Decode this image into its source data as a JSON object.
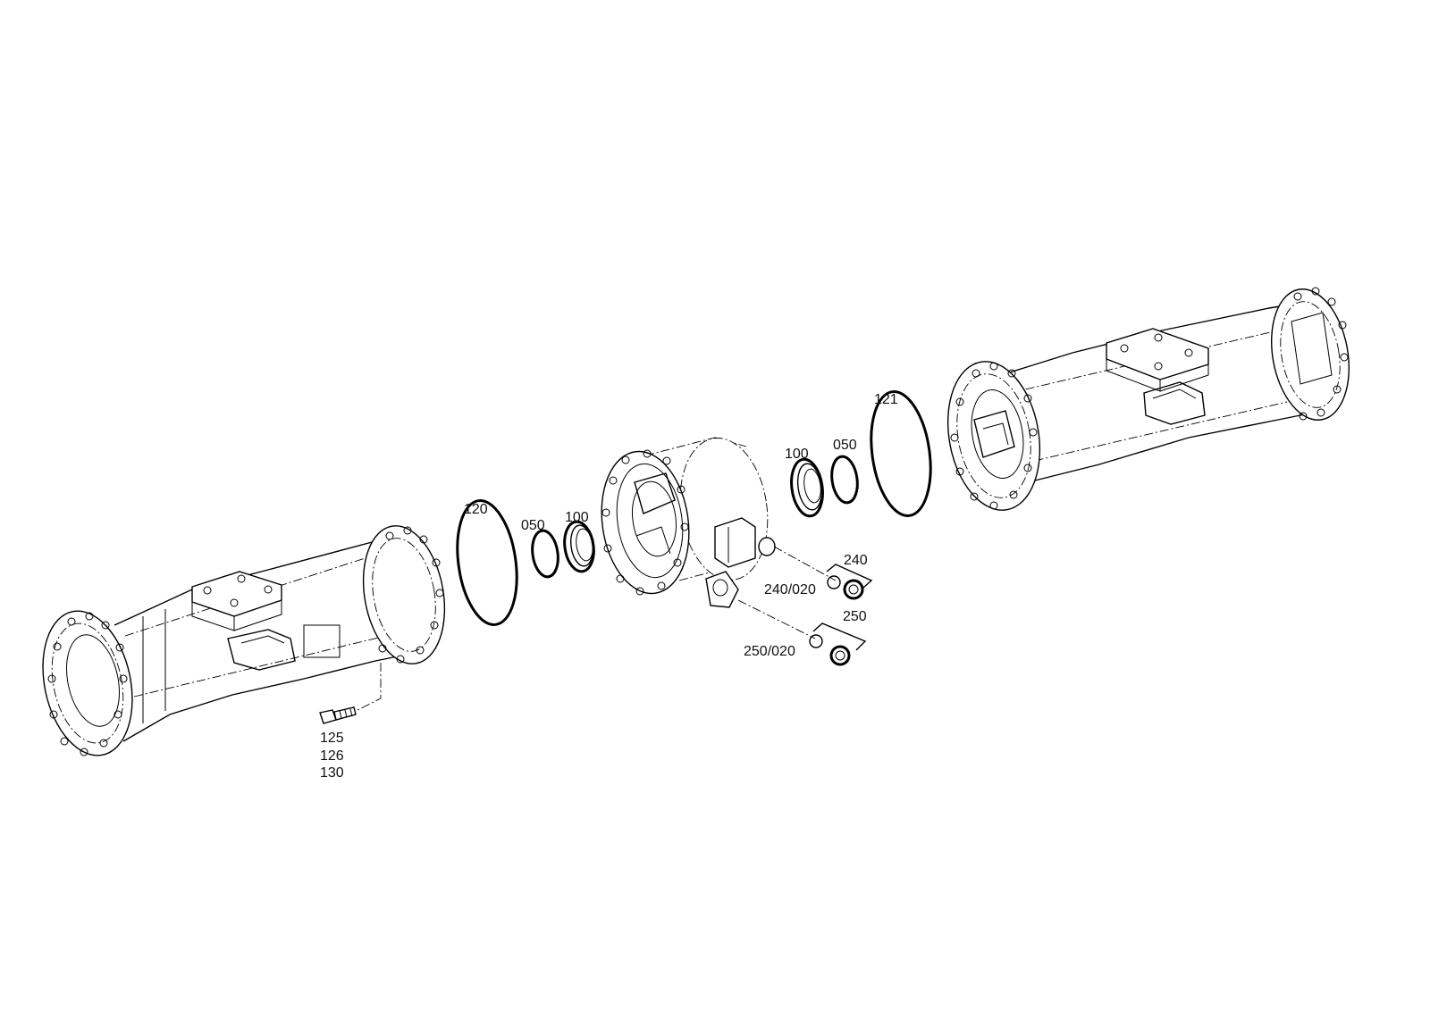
{
  "callouts": {
    "left_seal_ring": "120",
    "left_oring": "050",
    "left_bearing": "100",
    "right_bearing": "100",
    "right_oring": "050",
    "right_seal_ring": "121",
    "plug_240": "240",
    "plug_240_020": "240/020",
    "plug_250": "250",
    "plug_250_020": "250/020",
    "bolt_125": "125",
    "bolt_126": "126",
    "bolt_130": "130"
  }
}
